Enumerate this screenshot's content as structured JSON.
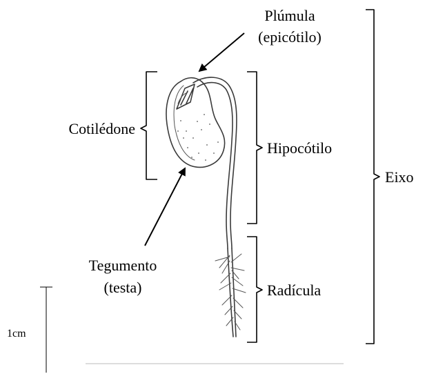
{
  "labels": {
    "plumula": "Plúmula",
    "plumula_sub": "(epicótilo)",
    "cotiledone": "Cotilédone",
    "hipocotilo": "Hipocótilo",
    "eixo": "Eixo",
    "tegumento": "Tegumento",
    "tegumento_sub": "(testa)",
    "radicula": "Radícula",
    "scale": "1cm"
  },
  "colors": {
    "ink": "#3a3a3a",
    "text": "#000000",
    "rule": "#bbbbbb"
  }
}
